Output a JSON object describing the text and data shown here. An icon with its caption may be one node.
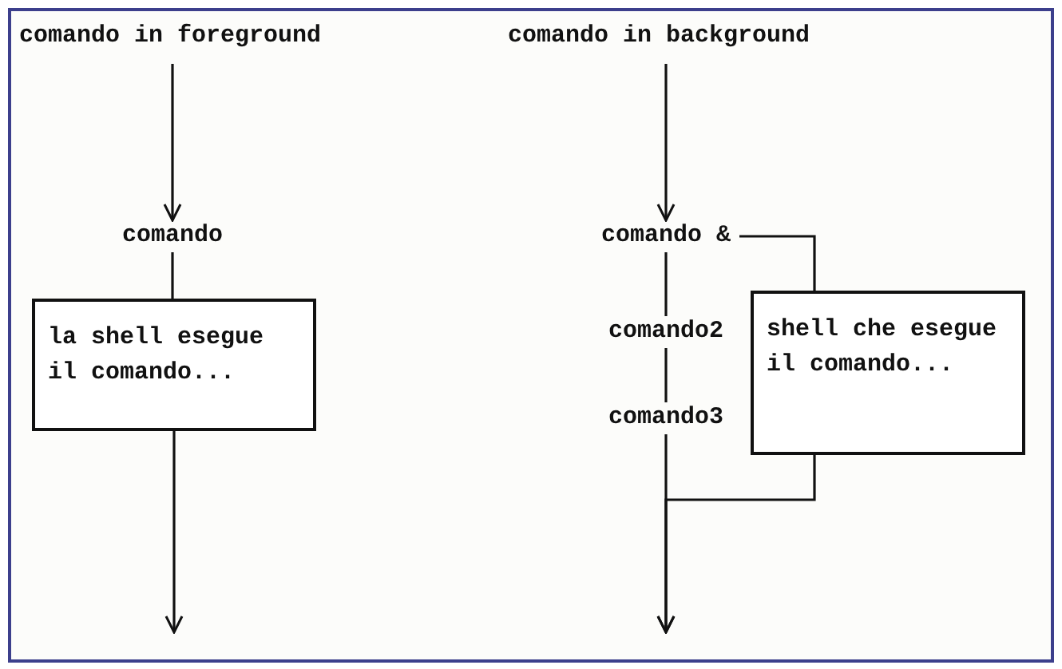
{
  "diagram": {
    "nodes": [
      {
        "text": [
          "comando"
        ]
      },
      {
        "text": [
          "la shell esegue il comando..."
        ]
      },
      {
        "text": [
          "comando &"
        ]
      },
      {
        "text": [
          "comando2"
        ]
      },
      {
        "text": [
          "comando3"
        ]
      },
      {
        "text": [
          "shell che esegue il comando..."
        ]
      }
    ],
    "edges": [
      {
        "from": null,
        "to": 0,
        "arrow": "to"
      },
      {
        "from": 0,
        "to": 1,
        "arrow": "none"
      },
      {
        "from": 1,
        "to": null,
        "arrow": "to"
      },
      {
        "from": null,
        "to": 2,
        "arrow": "to"
      },
      {
        "from": 2,
        "to": 5,
        "arrow": "none"
      },
      {
        "from": 2,
        "to": 3,
        "arrow": "none"
      },
      {
        "from": 3,
        "to": 4,
        "arrow": "none"
      },
      {
        "from": 4,
        "to": null,
        "arrow": "to"
      },
      {
        "from": 5,
        "to": null,
        "arrow": "to"
      }
    ],
    "labels": [
      "comando in foreground",
      "comando in background"
    ]
  }
}
